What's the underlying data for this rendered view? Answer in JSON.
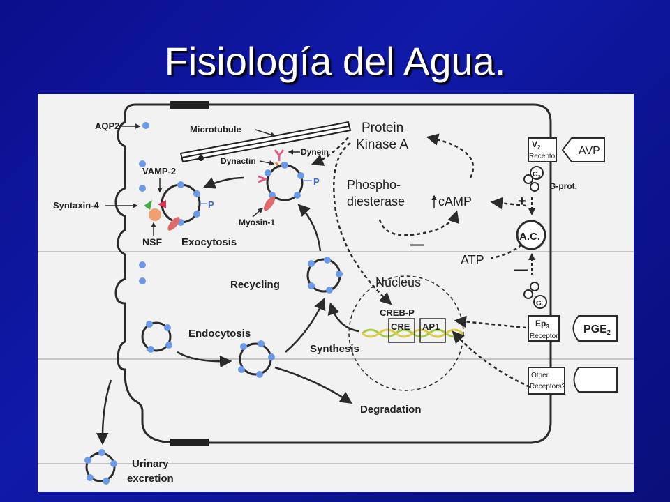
{
  "slide": {
    "title": "Fisiología del Agua."
  },
  "diagram": {
    "labels": {
      "aqp2": "AQP2",
      "microtubule": "Microtubule",
      "protein": "Protein",
      "kinase_a": "Kinase A",
      "dynein": "Dynein",
      "dynactin": "Dynactin",
      "vamp2": "VAMP-2",
      "syntaxin4": "Syntaxin-4",
      "p": "P",
      "phospho": "Phospho-",
      "diesterase": "diesterase",
      "camp": "cAMP",
      "plus": "+",
      "minus": "—",
      "minus2": "—",
      "nsf": "NSF",
      "exocytosis": "Exocytosis",
      "myosin1": "Myosin-1",
      "ac": "A.C.",
      "atp": "ATP",
      "recycling": "Recycling",
      "nucleus": "Nucleus",
      "crebp": "CREB-P",
      "cre": "CRE",
      "ap1": "AP1",
      "endocytosis": "Endocytosis",
      "synthesis": "Synthesis",
      "degradation": "Degradation",
      "urinary": "Urinary",
      "excretion": "excretion",
      "v2": "V",
      "v2_sub": "2",
      "receptor": "Receptor",
      "avp": "AVP",
      "gs": "G",
      "gs_sub": "s",
      "gi": "G",
      "gi_sub": "i",
      "gprot": "G-prot.",
      "ep3": "Ep",
      "ep3_sub": "3",
      "receptor2": "Receptor",
      "pge2": "PGE",
      "pge2_sub": "2",
      "other": "Other",
      "receptors": "Receptors?"
    },
    "colors": {
      "background": "#f2f2f2",
      "line": "#2b2b2b",
      "aqp2_dot": "#6b9be8",
      "myosin": "#e06a6a",
      "dynein": "#e05a8a",
      "nsf": "#f0a070",
      "syntaxin": "#44aa44",
      "vamp": "#dd3355"
    }
  }
}
